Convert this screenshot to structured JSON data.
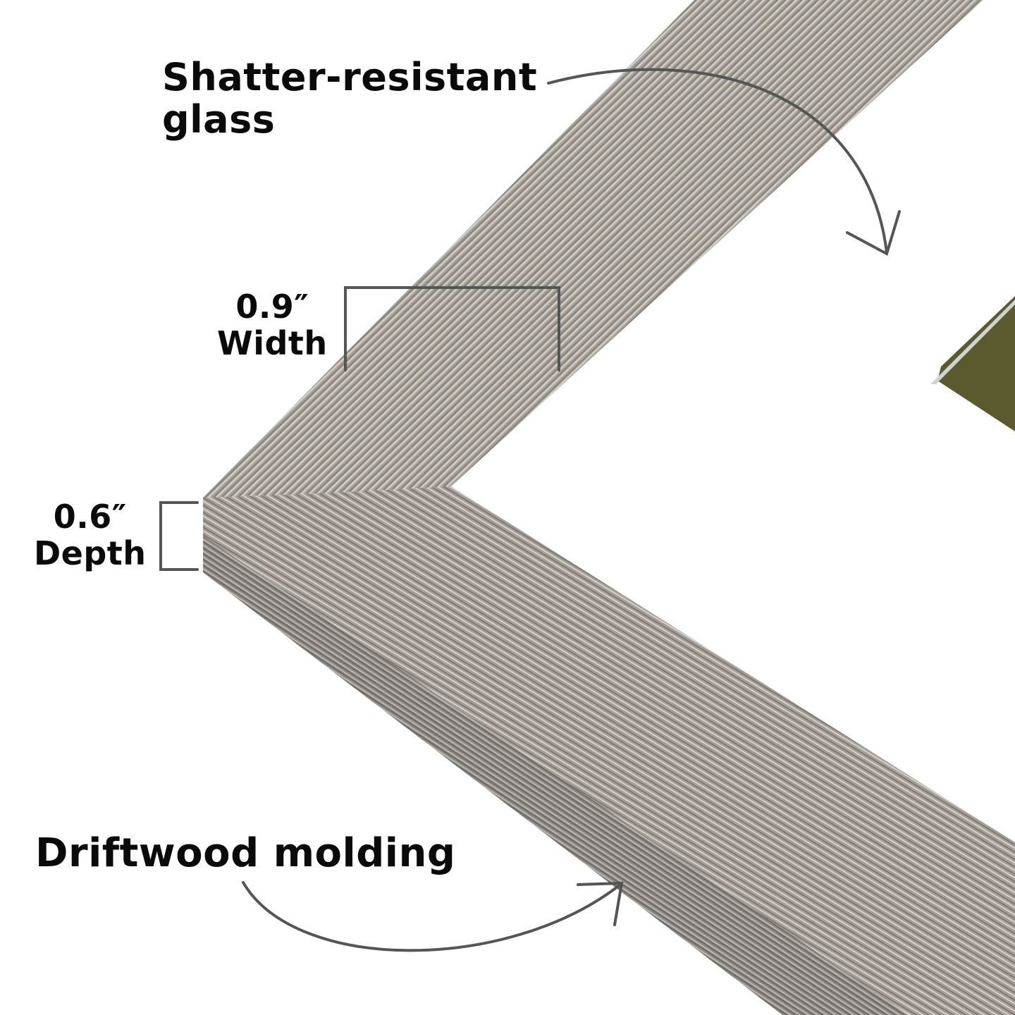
{
  "callouts": {
    "glass": {
      "line1": "Shatter-resistant",
      "line2": "glass"
    },
    "width": {
      "value": "0.9″",
      "label": "Width"
    },
    "depth": {
      "value": "0.6″",
      "label": "Depth"
    },
    "molding": {
      "text": "Driftwood molding"
    }
  },
  "colors": {
    "wood": "#a9a39b",
    "annotation": "#555555",
    "text": "#0a0a0a"
  }
}
